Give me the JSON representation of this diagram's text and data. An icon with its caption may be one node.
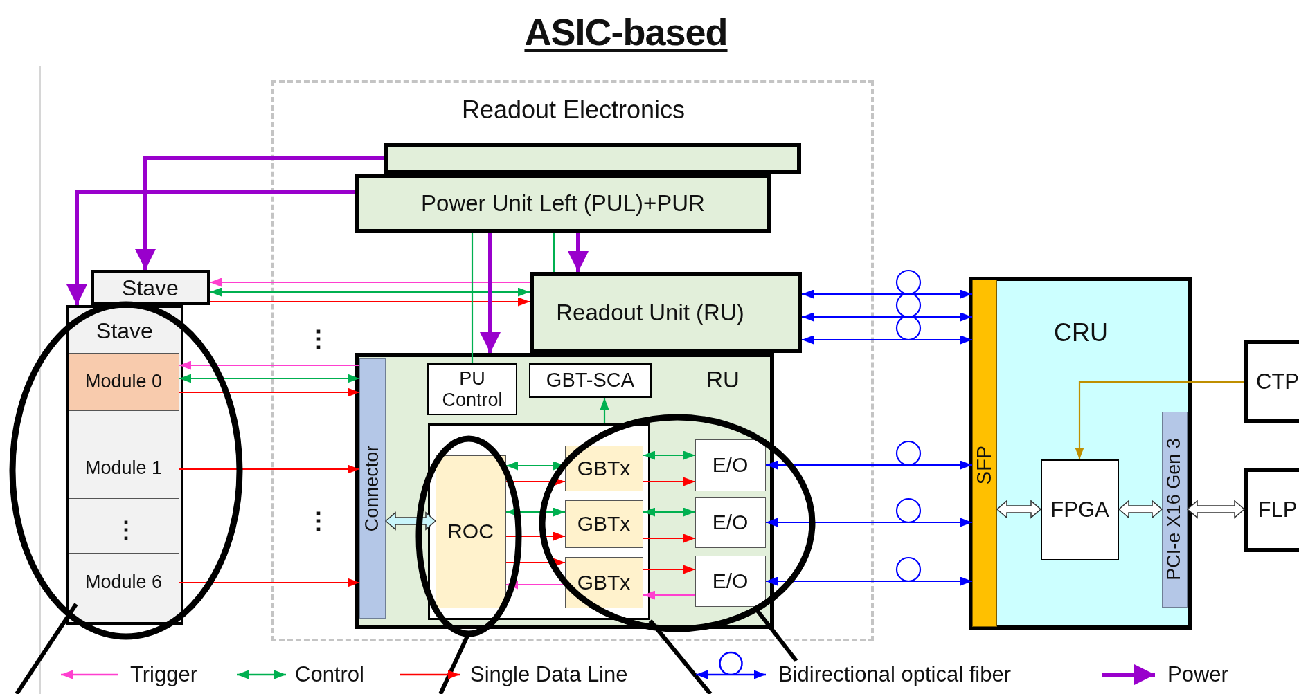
{
  "diagram": {
    "title": "ASIC-based",
    "nodes": [
      {
        "text": [
          "Readout Electronics"
        ]
      },
      {
        "text": [],
        "shape": "box",
        "in": 0
      },
      {
        "text": [
          "Power Unit Left (PUL)+PUR"
        ],
        "in": 0
      },
      {
        "text": [
          "Readout Unit (RU)"
        ],
        "in": 0
      },
      {
        "text": [
          "RU"
        ],
        "in": 0
      },
      {
        "text": [
          "Connector"
        ],
        "in": 4
      },
      {
        "text": [
          "PU Control"
        ],
        "in": 4
      },
      {
        "text": [
          "GBT-SCA"
        ],
        "in": 4
      },
      {
        "text": [],
        "shape": "box",
        "in": 4
      },
      {
        "text": [
          "ROC"
        ],
        "in": 8
      },
      {
        "text": [
          "GBTx"
        ],
        "in": 8
      },
      {
        "text": [
          "GBTx"
        ],
        "in": 8
      },
      {
        "text": [
          "GBTx"
        ],
        "in": 8
      },
      {
        "text": [
          "E/O"
        ],
        "in": 4
      },
      {
        "text": [
          "E/O"
        ],
        "in": 4
      },
      {
        "text": [
          "E/O"
        ],
        "in": 4
      },
      {
        "text": [
          "Stave"
        ]
      },
      {
        "text": [
          "Stave"
        ]
      },
      {
        "text": [
          "Module 0"
        ],
        "in": 17
      },
      {
        "text": [
          "Module 1"
        ],
        "in": 17
      },
      {
        "text": [
          "Module 6"
        ],
        "in": 17
      },
      {
        "text": [
          "CRU"
        ]
      },
      {
        "text": [
          "SFP"
        ],
        "in": 21
      },
      {
        "text": [
          "FPGA"
        ],
        "in": 21
      },
      {
        "text": [
          "PCI-e X16 Gen 3"
        ],
        "in": 21
      },
      {
        "text": [
          "CTP"
        ]
      },
      {
        "text": [
          "FLP"
        ]
      }
    ],
    "edges": [
      {
        "from": 3,
        "to": 16,
        "arrow": "to",
        "color": "#ff3fcf"
      },
      {
        "from": 16,
        "to": 3,
        "arrow": "both",
        "color": "#00b050"
      },
      {
        "from": 16,
        "to": 3,
        "arrow": "to"
      },
      {
        "from": 5,
        "to": 18,
        "arrow": "to",
        "color": "#ff3fcf"
      },
      {
        "from": 18,
        "to": 5,
        "arrow": "both",
        "color": "#00b050"
      },
      {
        "from": 18,
        "to": 5,
        "arrow": "to"
      },
      {
        "from": 19,
        "to": 5,
        "arrow": "to"
      },
      {
        "from": 20,
        "to": 5,
        "arrow": "to"
      },
      {
        "from": 5,
        "to": 9,
        "arrow": "both",
        "style": "thick",
        "color": "#c9f5fb"
      },
      {
        "from": 9,
        "to": 10,
        "arrow": "both",
        "color": "#00b050"
      },
      {
        "from": 9,
        "to": 10,
        "arrow": "to"
      },
      {
        "from": 9,
        "to": 11,
        "arrow": "both",
        "color": "#00b050"
      },
      {
        "from": 9,
        "to": 11,
        "arrow": "to"
      },
      {
        "from": 9,
        "to": 12,
        "arrow": "to"
      },
      {
        "from": 12,
        "to": 9,
        "arrow": "to",
        "color": "#ff3fcf"
      },
      {
        "from": 10,
        "to": 13,
        "arrow": "both",
        "color": "#00b050"
      },
      {
        "from": 10,
        "to": 13,
        "arrow": "to"
      },
      {
        "from": 11,
        "to": 14,
        "arrow": "both",
        "color": "#00b050"
      },
      {
        "from": 11,
        "to": 14,
        "arrow": "to"
      },
      {
        "from": 12,
        "to": 15,
        "arrow": "to"
      },
      {
        "from": 15,
        "to": 12,
        "arrow": "to",
        "color": "#ff3fcf"
      },
      {
        "from": 8,
        "to": 7,
        "arrow": "to",
        "color": "#00b050"
      },
      {
        "from": 2,
        "to": 6,
        "arrow": "none",
        "color": "#00b050"
      },
      {
        "from": 2,
        "to": 3,
        "arrow": "none",
        "color": "#00b050"
      },
      {
        "from": 2,
        "to": 4,
        "arrow": "to",
        "style": "thick",
        "color": "#9900cc"
      },
      {
        "from": 2,
        "to": 3,
        "arrow": "to",
        "style": "thick",
        "color": "#9900cc"
      },
      {
        "from": 1,
        "to": 16,
        "arrow": "to",
        "style": "thick",
        "color": "#9900cc"
      },
      {
        "from": 2,
        "to": 17,
        "arrow": "to",
        "style": "thick",
        "color": "#9900cc"
      },
      {
        "from": 3,
        "to": 22,
        "arrow": "both",
        "color": "#0000ff"
      },
      {
        "from": 3,
        "to": 22,
        "arrow": "both",
        "color": "#0000ff"
      },
      {
        "from": 3,
        "to": 22,
        "arrow": "both",
        "color": "#0000ff"
      },
      {
        "from": 13,
        "to": 22,
        "arrow": "both",
        "color": "#0000ff"
      },
      {
        "from": 14,
        "to": 22,
        "arrow": "both",
        "color": "#0000ff"
      },
      {
        "from": 15,
        "to": 22,
        "arrow": "both",
        "color": "#0000ff"
      },
      {
        "from": 25,
        "to": 23,
        "arrow": "to",
        "color": "#bf8f00"
      },
      {
        "from": 22,
        "to": 23,
        "arrow": "both",
        "style": "thick",
        "color": "#ffffff"
      },
      {
        "from": 23,
        "to": 24,
        "arrow": "both",
        "style": "thick",
        "color": "#ffffff"
      },
      {
        "from": 24,
        "to": 26,
        "arrow": "both",
        "style": "thick",
        "color": "#ffffff"
      }
    ],
    "labels": [
      "⋮",
      "⋮",
      "⋮"
    ],
    "legend": [
      {
        "text": "Trigger"
      },
      {
        "text": "Control"
      },
      {
        "text": "Single Data Line"
      },
      {
        "text": "Bidirectional optical fiber"
      },
      {
        "text": "Power"
      }
    ]
  }
}
